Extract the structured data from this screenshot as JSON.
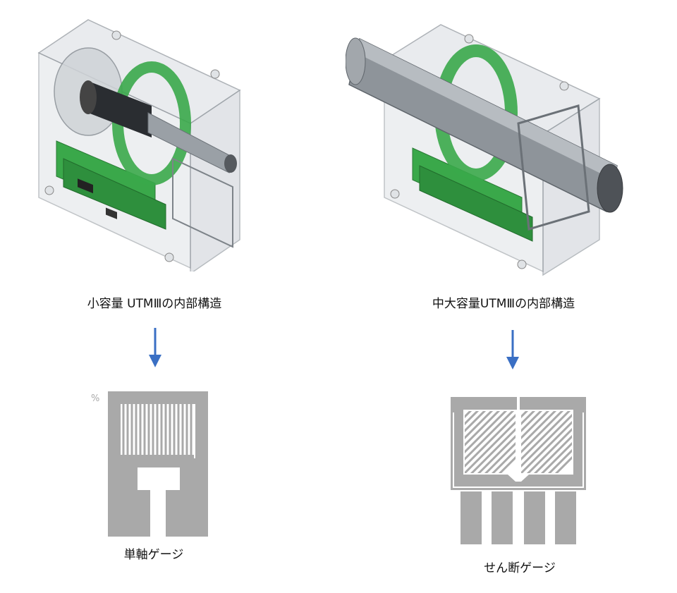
{
  "left": {
    "title": "小容量 UTMⅢの内部構造",
    "gauge_label": "単軸ゲージ"
  },
  "right": {
    "title": "中大容量UTMⅢの内部構造",
    "gauge_label": "せん断ゲージ"
  },
  "colors": {
    "arrow": "#3a6fc4",
    "pcb": "#3aa84a",
    "gauge": "#a9a9a9",
    "housing": "#c9cdd2"
  }
}
